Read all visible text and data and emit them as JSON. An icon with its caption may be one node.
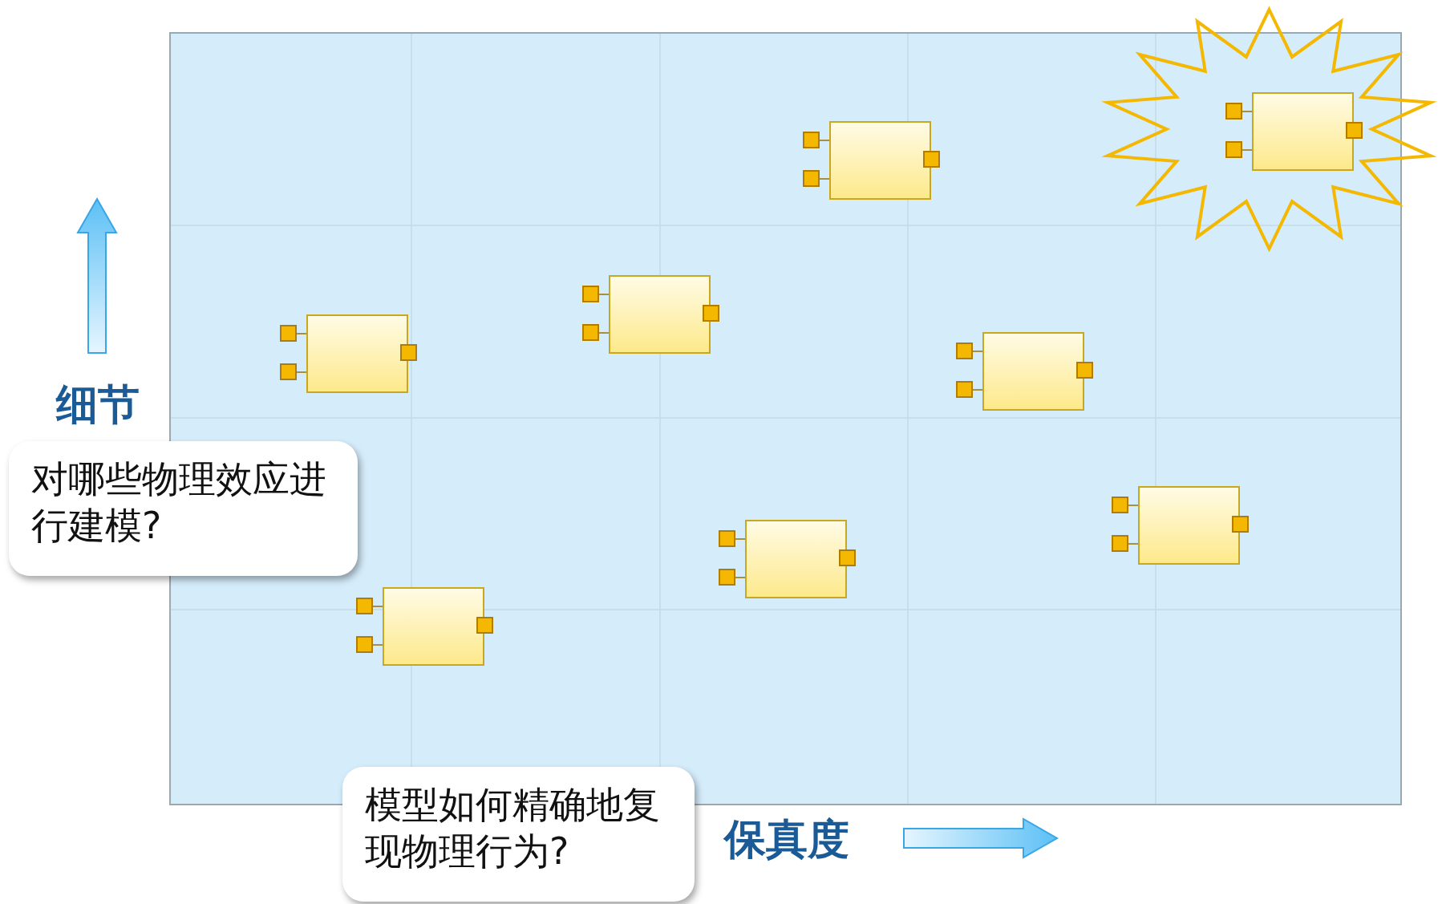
{
  "diagram": {
    "nodes": [
      {
        "text": [
          "对哪些物理效应进行建模?"
        ]
      },
      {
        "text": [
          "模型如何精确地复现物理行为?"
        ]
      },
      {
        "text": [],
        "shape": "box"
      },
      {
        "text": [],
        "shape": "box"
      },
      {
        "text": [],
        "shape": "box"
      },
      {
        "text": [],
        "shape": "box"
      },
      {
        "text": [],
        "shape": "box"
      },
      {
        "text": [],
        "shape": "box"
      },
      {
        "text": [],
        "shape": "box"
      },
      {
        "text": [],
        "shape": "star"
      },
      {
        "text": [],
        "shape": "box",
        "in": 9
      }
    ],
    "labels": [
      "细节",
      "保真度"
    ]
  }
}
